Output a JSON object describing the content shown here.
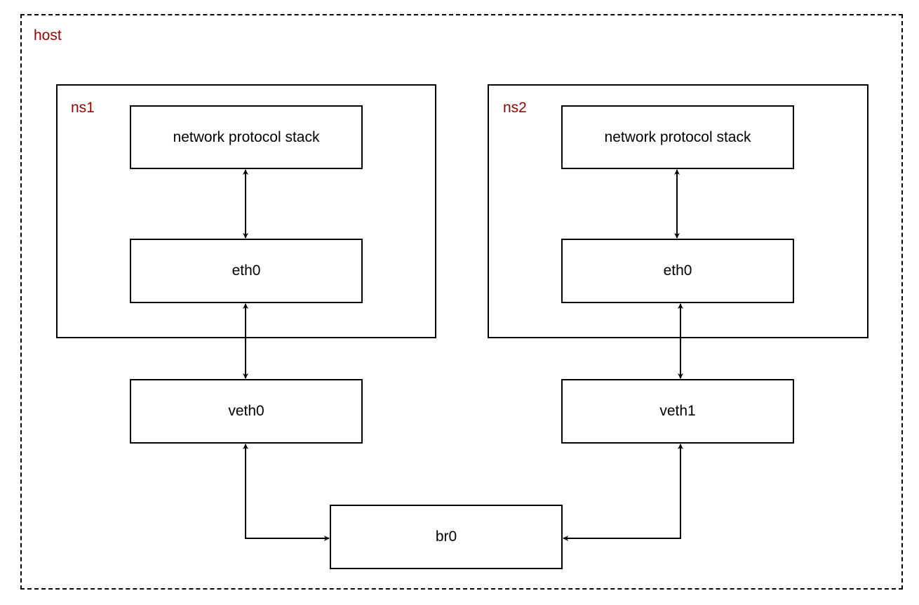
{
  "colors": {
    "label": "#990000",
    "stroke": "#000000",
    "box_fill": "#ffffff"
  },
  "host": {
    "label": "host"
  },
  "ns1": {
    "label": "ns1",
    "stack_label": "network protocol stack",
    "eth_label": "eth0"
  },
  "ns2": {
    "label": "ns2",
    "stack_label": "network protocol stack",
    "eth_label": "eth0"
  },
  "veth0": {
    "label": "veth0"
  },
  "veth1": {
    "label": "veth1"
  },
  "bridge": {
    "label": "br0"
  },
  "links": [
    {
      "from": "ns1-stack",
      "to": "ns1-eth0",
      "direction": "both"
    },
    {
      "from": "ns1-eth0",
      "to": "veth0",
      "direction": "both"
    },
    {
      "from": "veth0",
      "to": "br0",
      "direction": "both"
    },
    {
      "from": "ns2-stack",
      "to": "ns2-eth0",
      "direction": "both"
    },
    {
      "from": "ns2-eth0",
      "to": "veth1",
      "direction": "both"
    },
    {
      "from": "veth1",
      "to": "br0",
      "direction": "both"
    }
  ]
}
